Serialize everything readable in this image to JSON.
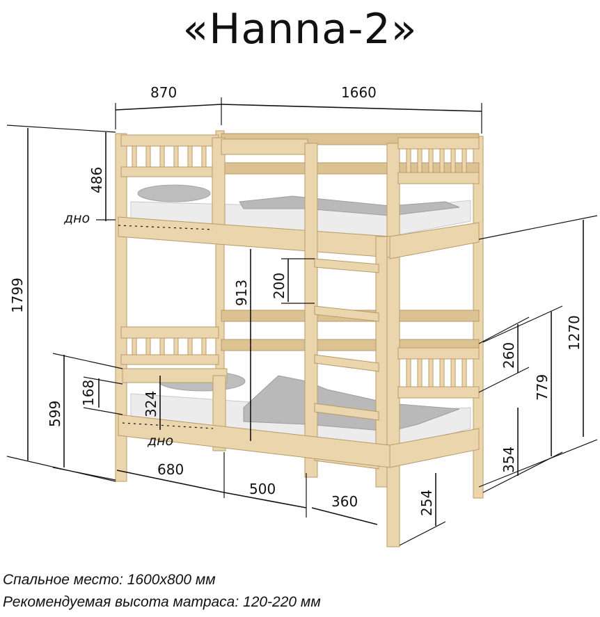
{
  "title": "«Hanna-2»",
  "dimensions": {
    "depth": "870",
    "length": "1660",
    "total_height": "1799",
    "top_rail_height": "486",
    "between_levels": "913",
    "ladder_step": "200",
    "side_height_right": "1270",
    "lower_rail_right": "260",
    "lower_level_right": "779",
    "lower_bed_floor_right": "354",
    "leg_clearance": "254",
    "lower_total_left": "599",
    "lower_guard": "168",
    "lower_guard_inner": "324",
    "bottom_seg_1": "680",
    "bottom_seg_2": "500",
    "bottom_seg_3": "360"
  },
  "labels": {
    "bottom_top": "дно",
    "bottom_lower": "дно"
  },
  "captions": {
    "sleeping_place": "Спальное место: 1600х800 мм",
    "mattress_height": "Рекомендуемая высота матраса: 120-220 мм"
  },
  "colors": {
    "wood": "#ead5ad",
    "mattress": "#ececec",
    "blanket": "#b9b9b9"
  }
}
